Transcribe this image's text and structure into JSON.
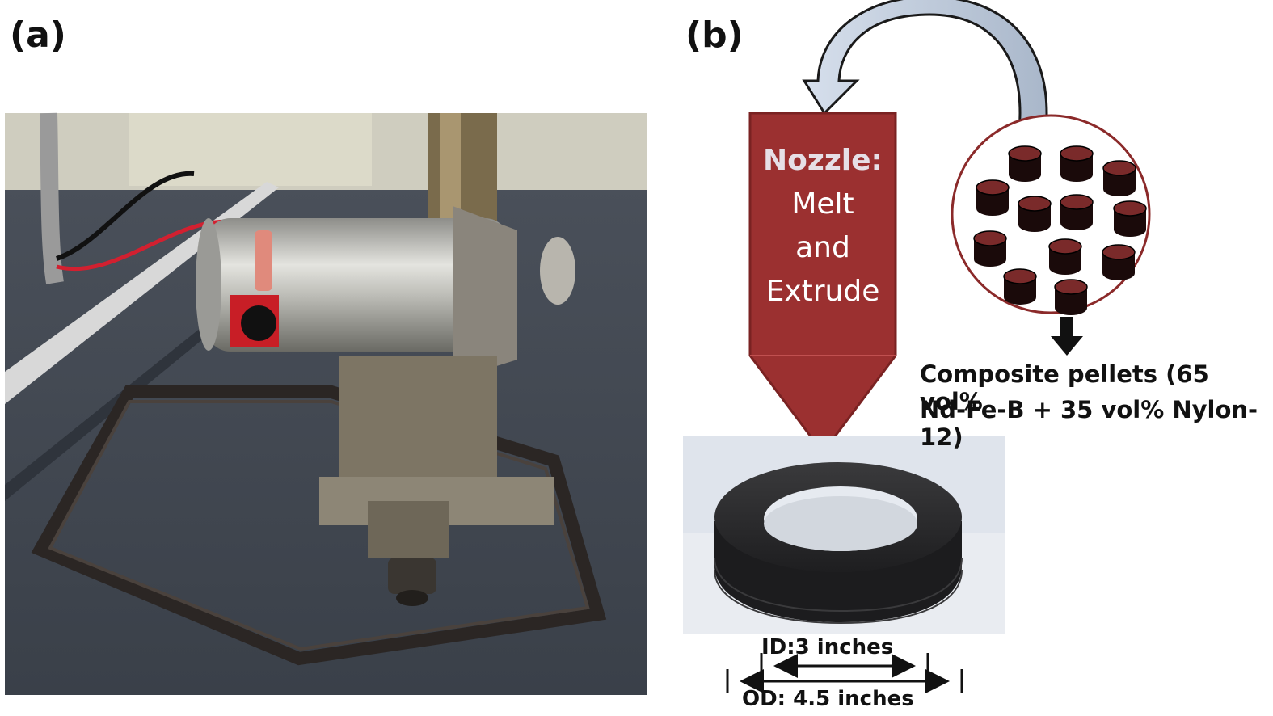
{
  "panel_a": {
    "label": "(a)"
  },
  "panel_b": {
    "label": "(b)",
    "nozzle": {
      "title": "Nozzle:",
      "line1": "Melt",
      "line2": "and",
      "line3": "Extrude"
    },
    "pellets_caption": {
      "line1": "Composite pellets (65 vol%",
      "line2": "Nd-Fe-B + 35 vol% Nylon-12)"
    },
    "dimensions": {
      "id": "ID:3 inches",
      "od": "OD: 4.5 inches"
    }
  },
  "colors": {
    "nozzle_fill": "#9b3030",
    "nozzle_stroke": "#7a2222",
    "arrow_fill": "#c8d3e3",
    "pellet_body": "#1a0a0a",
    "pellet_top": "#7a2a2a",
    "circle_stroke": "#8b2a2a"
  }
}
